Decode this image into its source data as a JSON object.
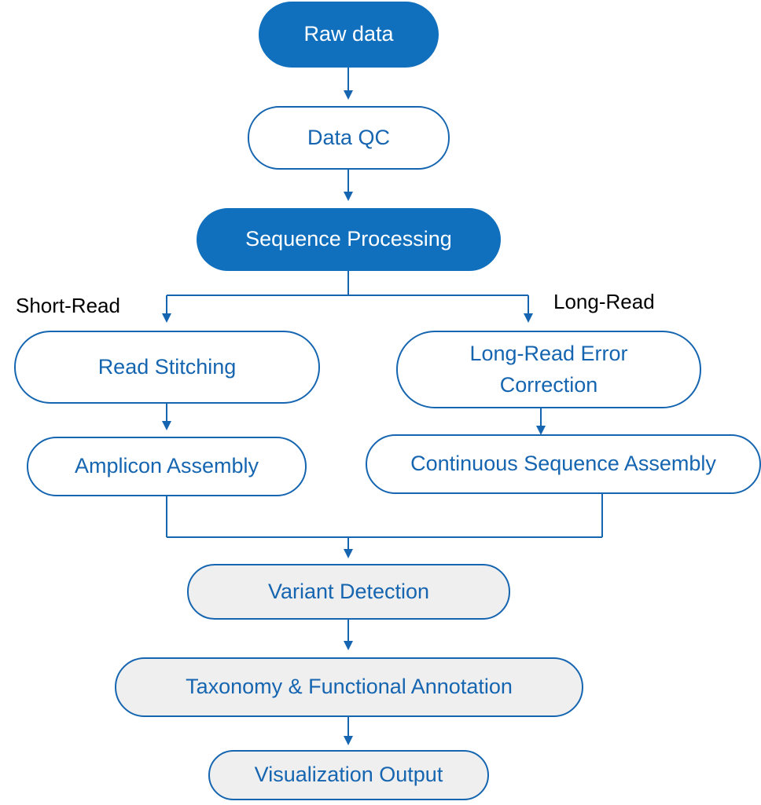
{
  "diagram": {
    "nodes": {
      "raw_data": "Raw data",
      "data_qc": "Data QC",
      "sequence_processing": "Sequence Processing",
      "read_stitching": "Read Stitching",
      "amplicon_assembly": "Amplicon Assembly",
      "long_read_error_correction_line1": "Long-Read Error",
      "long_read_error_correction_line2": "Correction",
      "continuous_sequence_assembly": "Continuous Sequence Assembly",
      "variant_detection": "Variant Detection",
      "taxonomy_functional_annotation": "Taxonomy & Functional Annotation",
      "visualization_output": "Visualization Output"
    },
    "branch_labels": {
      "short_read": "Short-Read",
      "long_read": "Long-Read"
    },
    "colors": {
      "primary_blue": "#1170be",
      "text_blue": "#1565b0",
      "grey_fill": "#efefef"
    }
  }
}
